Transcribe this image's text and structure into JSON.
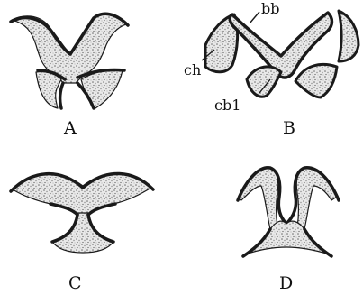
{
  "panels": {
    "a": {
      "label": "A"
    },
    "b": {
      "label": "B",
      "callouts": {
        "bb": "bb",
        "ch": "ch",
        "cb1": "cb1"
      }
    },
    "c": {
      "label": "C"
    },
    "d": {
      "label": "D"
    }
  }
}
